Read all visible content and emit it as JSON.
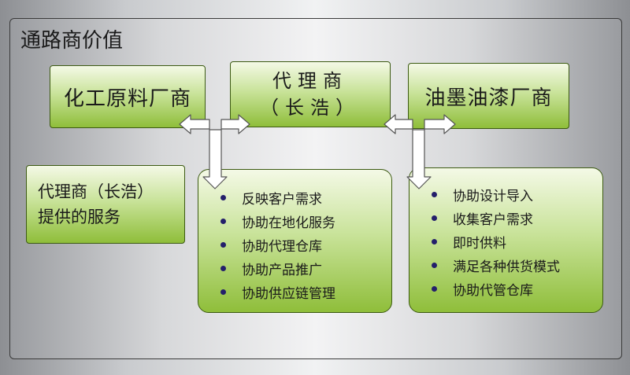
{
  "title": "通路商价值",
  "boxes": {
    "left": "化工原料厂商",
    "center_line1": "代理商",
    "center_line2": "（长浩）",
    "right": "油墨油漆厂商",
    "services_line1": "代理商（长浩）",
    "services_line2": "提供的服务"
  },
  "list_left": [
    "反映客户需求",
    "协助在地化服务",
    "协助代理仓库",
    "协助产品推广",
    "协助供应链管理"
  ],
  "list_right": [
    "协助设计导入",
    "收集客户需求",
    "即时供料",
    "满足各种供货模式",
    "协助代管仓库"
  ],
  "colors": {
    "box_green": "#8fbe3a",
    "bullet": "#241f6b"
  }
}
